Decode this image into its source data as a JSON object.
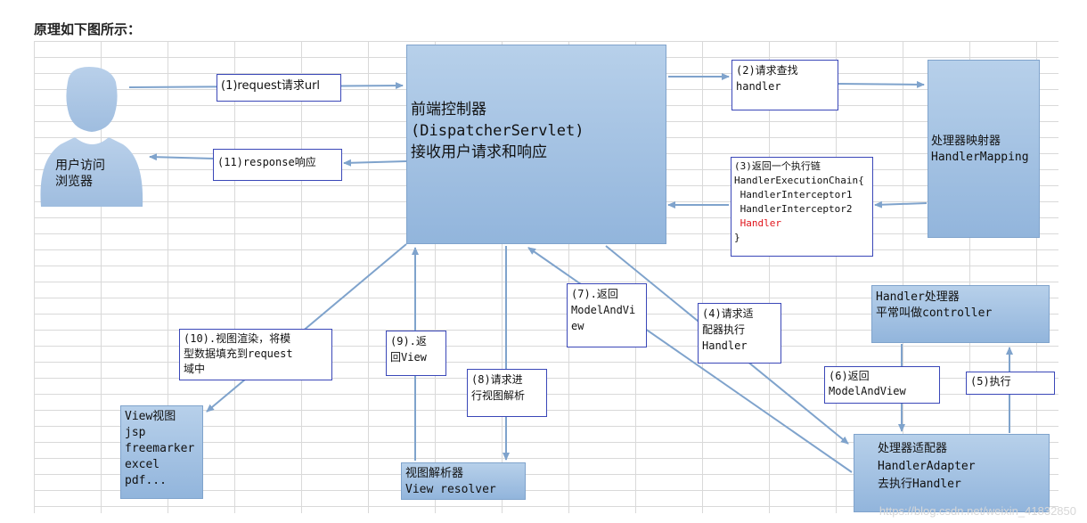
{
  "heading": "原理如下图所示：",
  "user": {
    "line1": "用户访问",
    "line2": "浏览器"
  },
  "dispatcher": {
    "line1": "前端控制器",
    "line2": "(DispatcherServlet)",
    "line3": "接收用户请求和响应"
  },
  "handler_mapping": {
    "line1": "处理器映射器",
    "line2": "HandlerMapping"
  },
  "handler": {
    "line1": "Handler处理器",
    "line2": "平常叫做controller"
  },
  "adapter": {
    "line1": "处理器适配器",
    "line2": "HandlerAdapter",
    "line3": "去执行Handler"
  },
  "view": {
    "lines": [
      "View视图",
      "jsp",
      "freemarker",
      "excel",
      "pdf..."
    ]
  },
  "resolver": {
    "line1": "视图解析器",
    "line2": "View resolver"
  },
  "steps": {
    "s1": "(1)request请求url",
    "s2_1": "(2)请求查找",
    "s2_2": "handler",
    "s3": [
      "(3)返回一个执行链",
      "HandlerExecutionChain{",
      " HandlerInterceptor1",
      " HandlerInterceptor2",
      " Handler",
      "}"
    ],
    "s4": [
      "(4)请求适",
      "配器执行",
      "Handler"
    ],
    "s5": "(5)执行",
    "s6": [
      "(6)返回",
      "ModelAndView"
    ],
    "s7": [
      "(7).返回",
      "ModelAndVi",
      "ew"
    ],
    "s8": [
      "(8)请求进",
      "行视图解析"
    ],
    "s9": [
      "(9).返",
      "回View"
    ],
    "s10": [
      "(10).视图渲染，将模",
      "型数据填充到request",
      "域中"
    ],
    "s11": "(11)response响应"
  },
  "watermark": "https://blog.csdn.net/weixin_41832850",
  "colors": {
    "box_top": "#b7d0ea",
    "box_bottom": "#92b5dc",
    "label_border": "#3a47b8",
    "arrow": "#7fa3cc",
    "highlight": "#e0141b"
  },
  "icons": {
    "user": "person-silhouette-icon"
  }
}
